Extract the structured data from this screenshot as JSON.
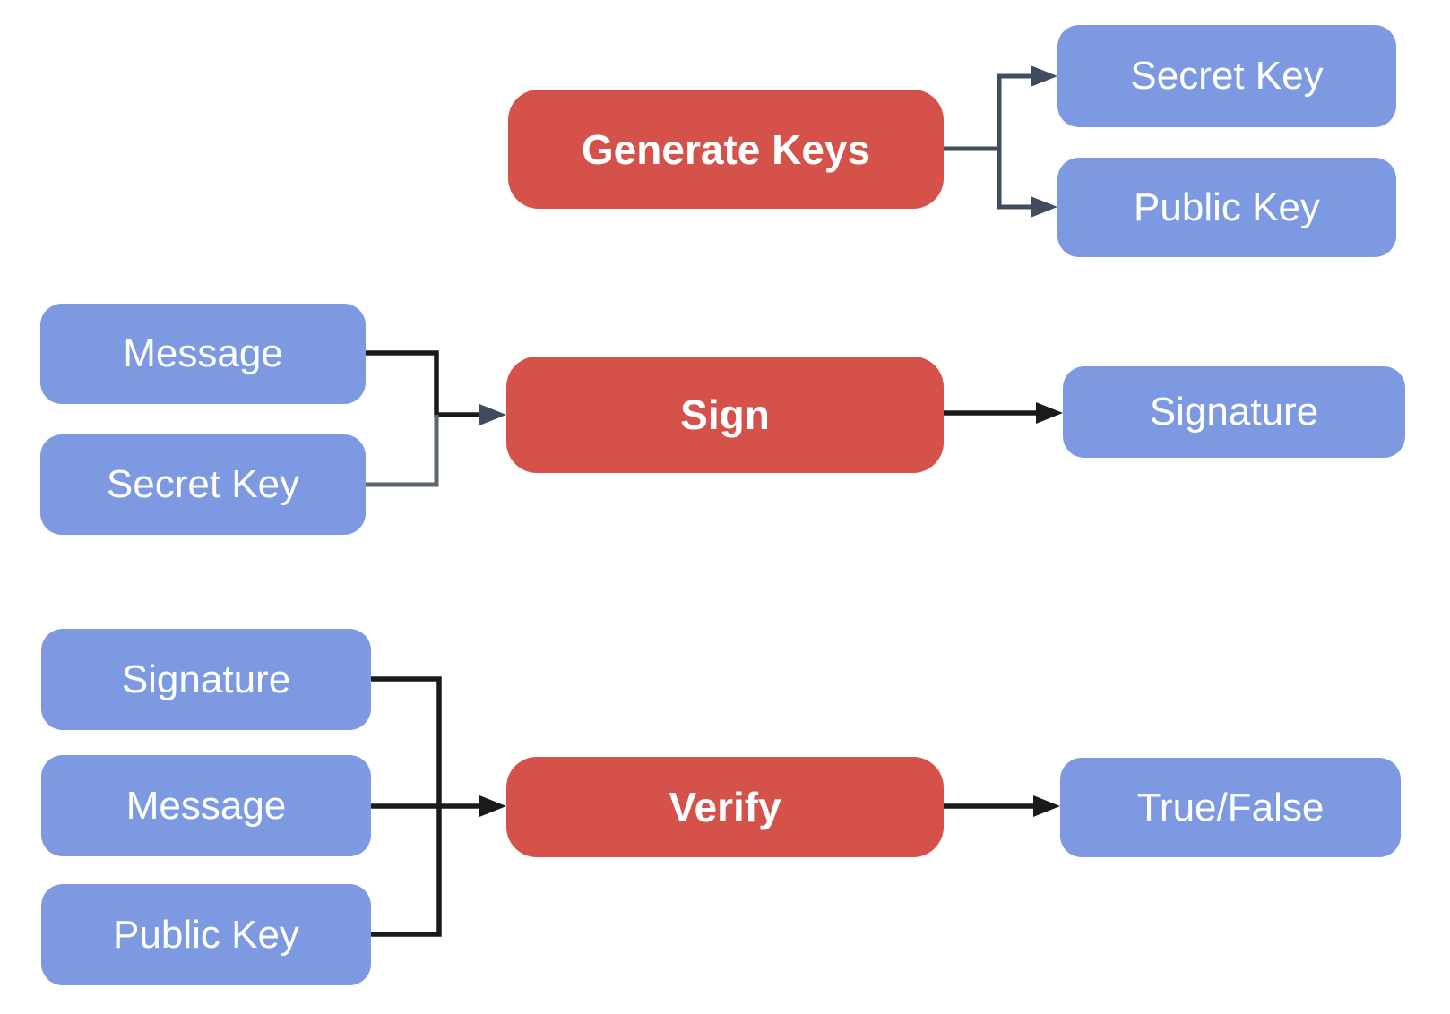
{
  "colors": {
    "background": "#FFFFFF",
    "node_blue": "#7C99E2",
    "node_red": "#D5524B",
    "connector_slate": "#3F4D5F",
    "connector_black": "#1A1A1A",
    "connector_gray": "#5C6672",
    "text": "#FFFFFF"
  },
  "diagram": {
    "generate_group": {
      "process": "Generate Keys",
      "outputs": [
        "Secret Key",
        "Public Key"
      ]
    },
    "sign_group": {
      "inputs": [
        "Message",
        "Secret Key"
      ],
      "process": "Sign",
      "output": "Signature"
    },
    "verify_group": {
      "inputs": [
        "Signature",
        "Message",
        "Public Key"
      ],
      "process": "Verify",
      "output": "True/False"
    }
  }
}
